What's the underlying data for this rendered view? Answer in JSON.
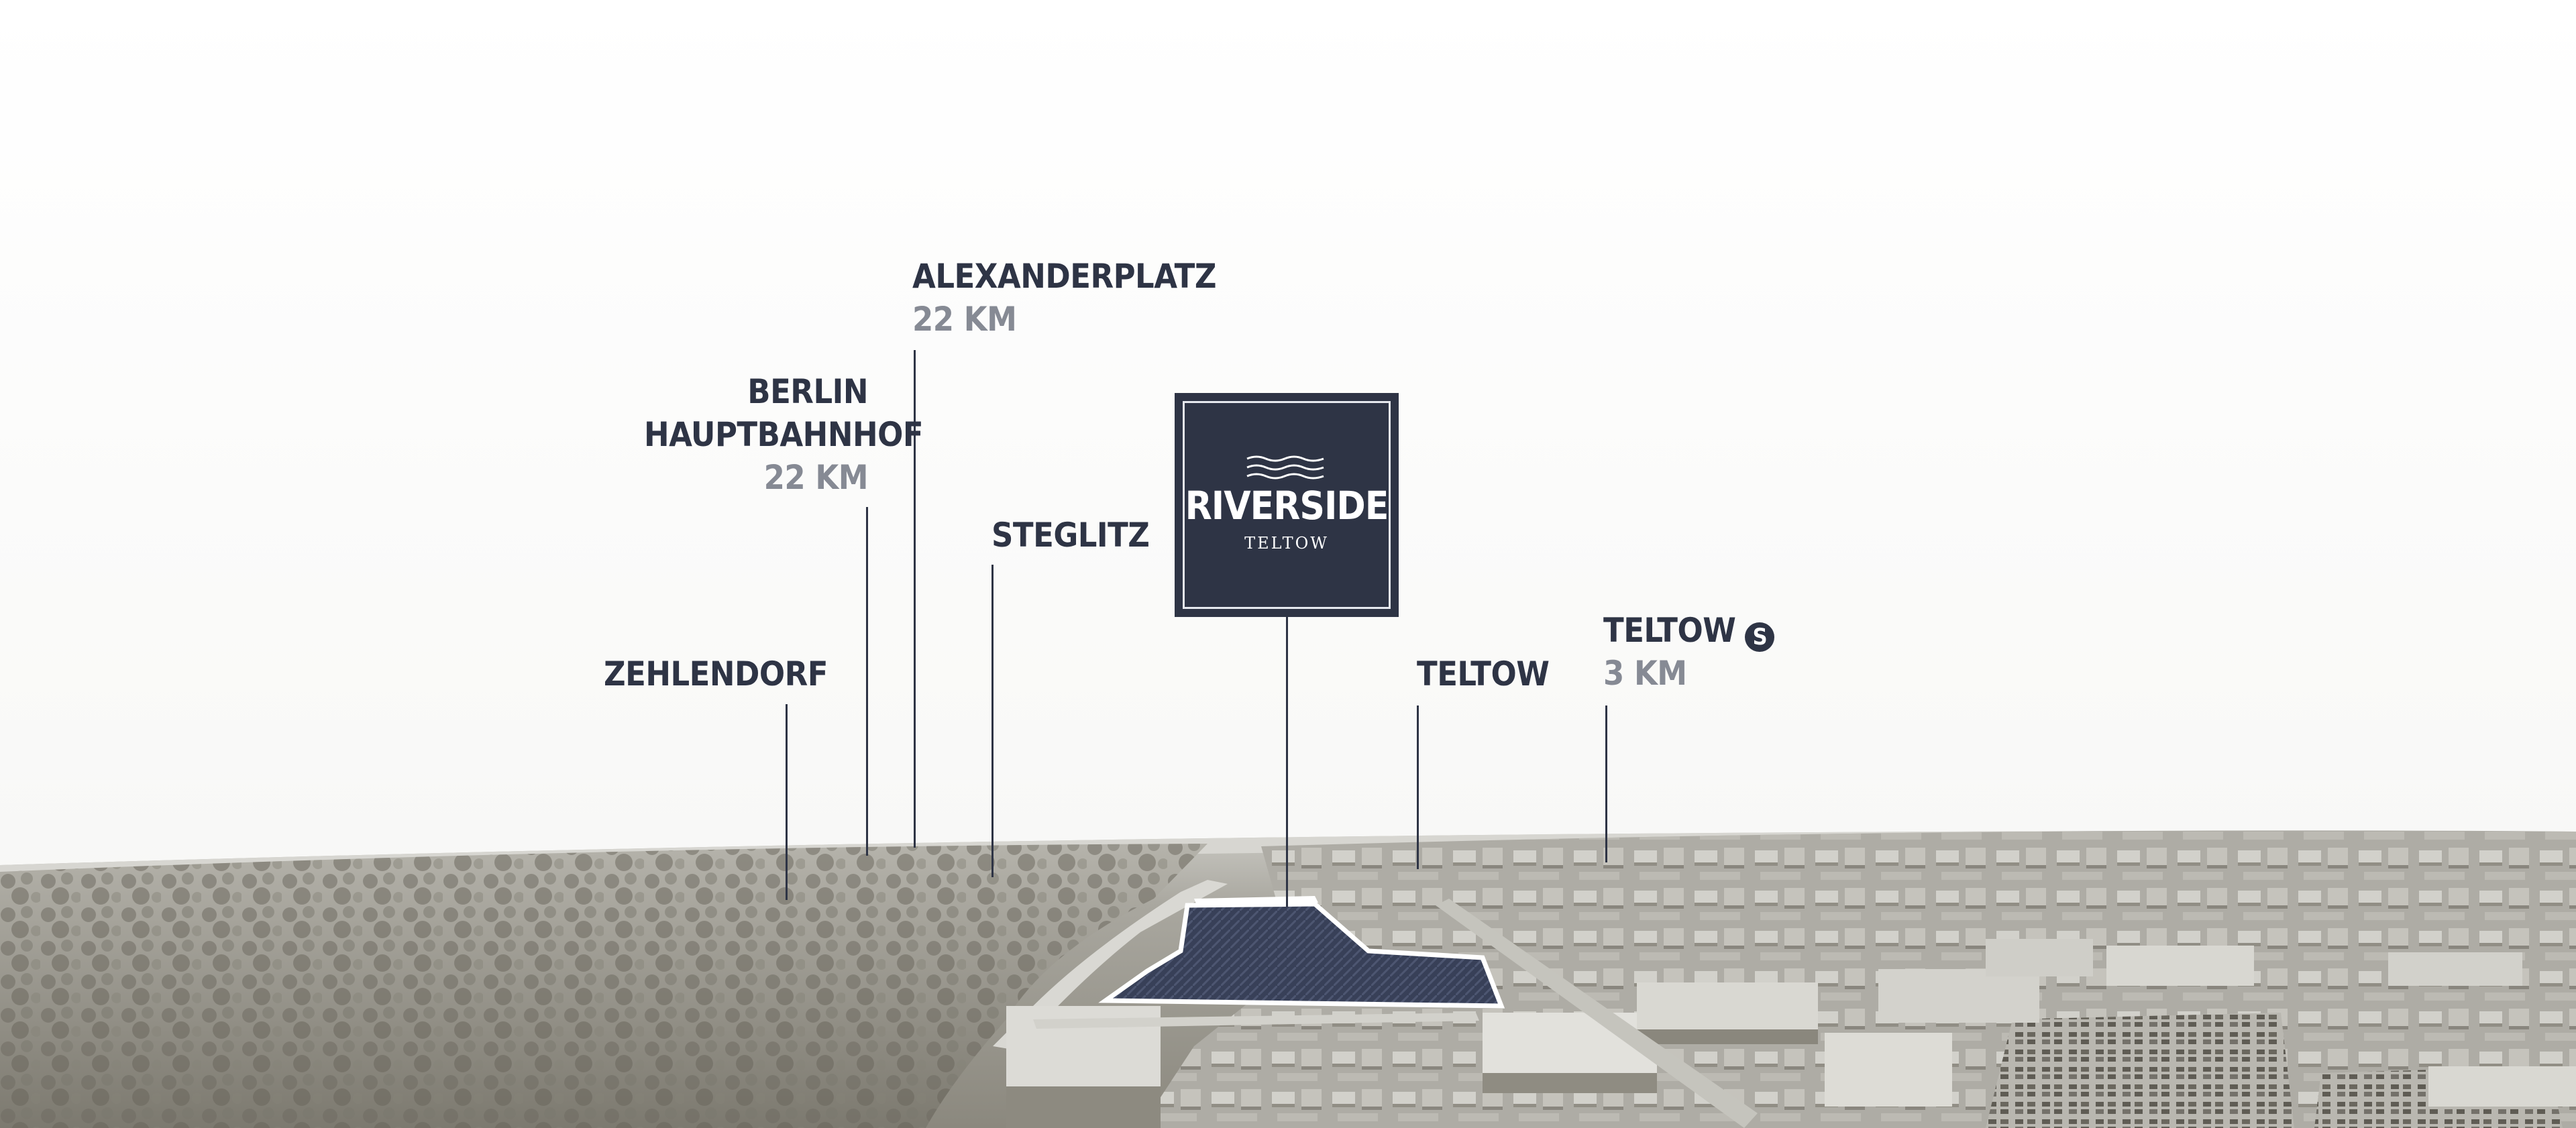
{
  "project": {
    "name": "RIVERSIDE",
    "subtitle": "TELTOW"
  },
  "landmarks": [
    {
      "name": "ALEXANDERPLATZ",
      "distance": "22 KM"
    },
    {
      "name_line1": "BERLIN",
      "name_line2": "HAUPTBAHNHOF",
      "distance": "22 KM"
    },
    {
      "name": "STEGLITZ"
    },
    {
      "name": "ZEHLENDORF"
    },
    {
      "name": "TELTOW"
    },
    {
      "name": "TELTOW",
      "badge": "S",
      "distance": "3 KM"
    }
  ],
  "colors": {
    "navy": "#2e3445",
    "distance_gray": "#868a94",
    "photo_tint": "#8f8d84",
    "sky": "#ffffff"
  },
  "icons": {
    "logo": "waves-icon",
    "station": "s-bahn-icon"
  }
}
